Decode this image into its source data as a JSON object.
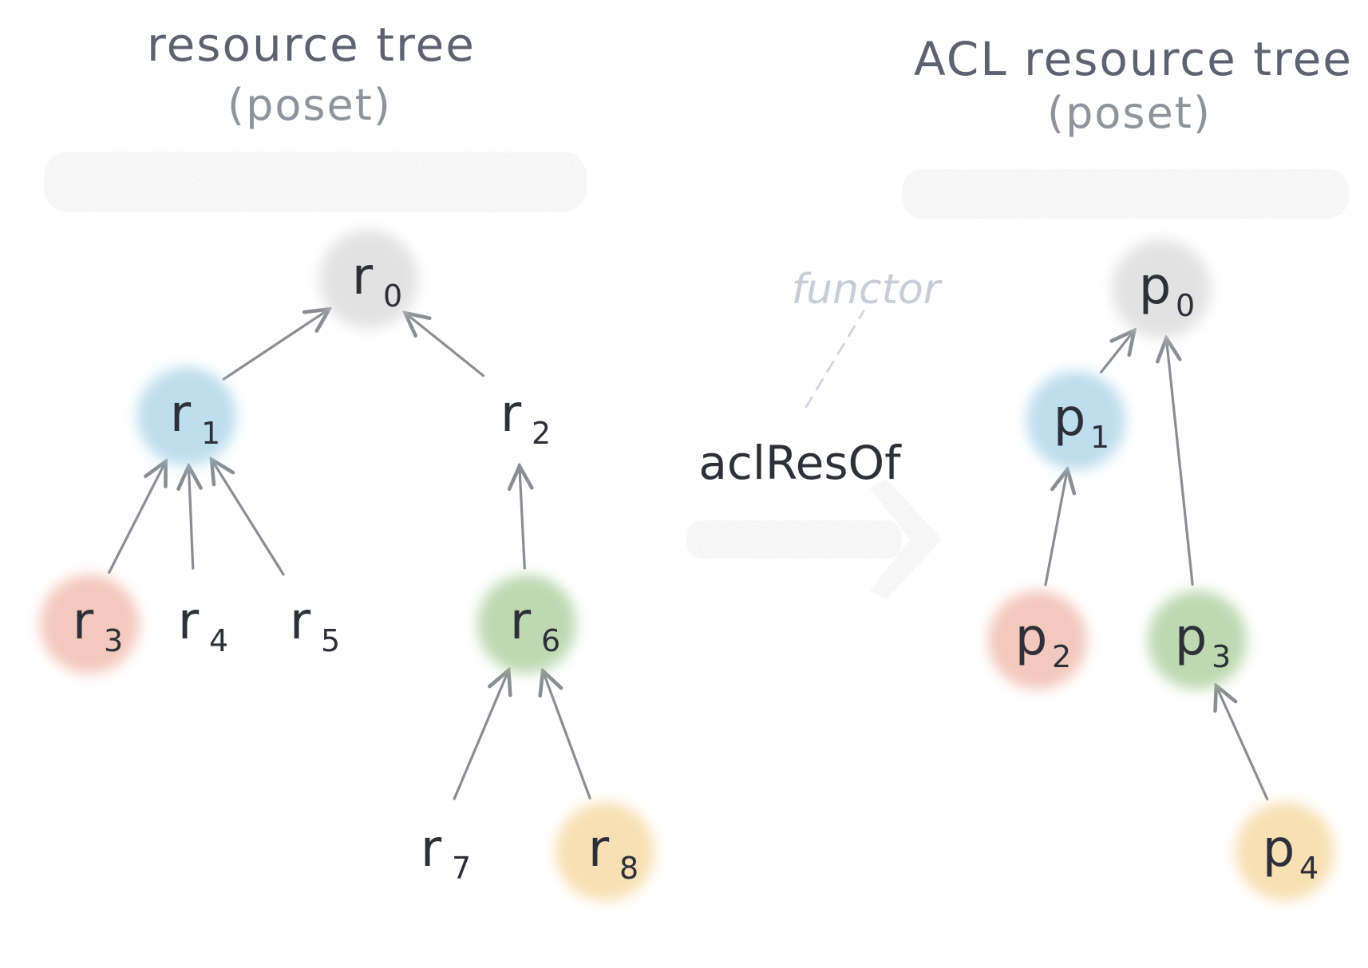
{
  "left_tree": {
    "title": "resource tree",
    "subtitle": "(poset)",
    "nodes": [
      {
        "id": "r0",
        "letter": "r",
        "sub": "0",
        "color": "#d9d9d9"
      },
      {
        "id": "r1",
        "letter": "r",
        "sub": "1",
        "color": "#a7d3e6"
      },
      {
        "id": "r2",
        "letter": "r",
        "sub": "2",
        "color": null
      },
      {
        "id": "r3",
        "letter": "r",
        "sub": "3",
        "color": "#f0b6a8"
      },
      {
        "id": "r4",
        "letter": "r",
        "sub": "4",
        "color": null
      },
      {
        "id": "r5",
        "letter": "r",
        "sub": "5",
        "color": null
      },
      {
        "id": "r6",
        "letter": "r",
        "sub": "6",
        "color": "#a9cc99"
      },
      {
        "id": "r7",
        "letter": "r",
        "sub": "7",
        "color": null
      },
      {
        "id": "r8",
        "letter": "r",
        "sub": "8",
        "color": "#f5d69a"
      }
    ],
    "edges": [
      [
        "r1",
        "r0"
      ],
      [
        "r2",
        "r0"
      ],
      [
        "r3",
        "r1"
      ],
      [
        "r4",
        "r1"
      ],
      [
        "r5",
        "r1"
      ],
      [
        "r6",
        "r2"
      ],
      [
        "r7",
        "r6"
      ],
      [
        "r8",
        "r6"
      ]
    ]
  },
  "right_tree": {
    "title": "ACL resource tree",
    "subtitle": "(poset)",
    "nodes": [
      {
        "id": "p0",
        "letter": "p",
        "sub": "0",
        "color": "#d9d9d9"
      },
      {
        "id": "p1",
        "letter": "p",
        "sub": "1",
        "color": "#a7d3e6"
      },
      {
        "id": "p2",
        "letter": "p",
        "sub": "2",
        "color": "#f0b6a8"
      },
      {
        "id": "p3",
        "letter": "p",
        "sub": "3",
        "color": "#a9cc99"
      },
      {
        "id": "p4",
        "letter": "p",
        "sub": "4",
        "color": "#f5d69a"
      }
    ],
    "edges": [
      [
        "p1",
        "p0"
      ],
      [
        "p3",
        "p0"
      ],
      [
        "p2",
        "p1"
      ],
      [
        "p4",
        "p3"
      ]
    ]
  },
  "mapping": {
    "label": "aclResOf",
    "annotation": "functor"
  },
  "colors": {
    "edge": "#8a8d93",
    "band": "#b9bcc2",
    "text": "#2d3038"
  }
}
